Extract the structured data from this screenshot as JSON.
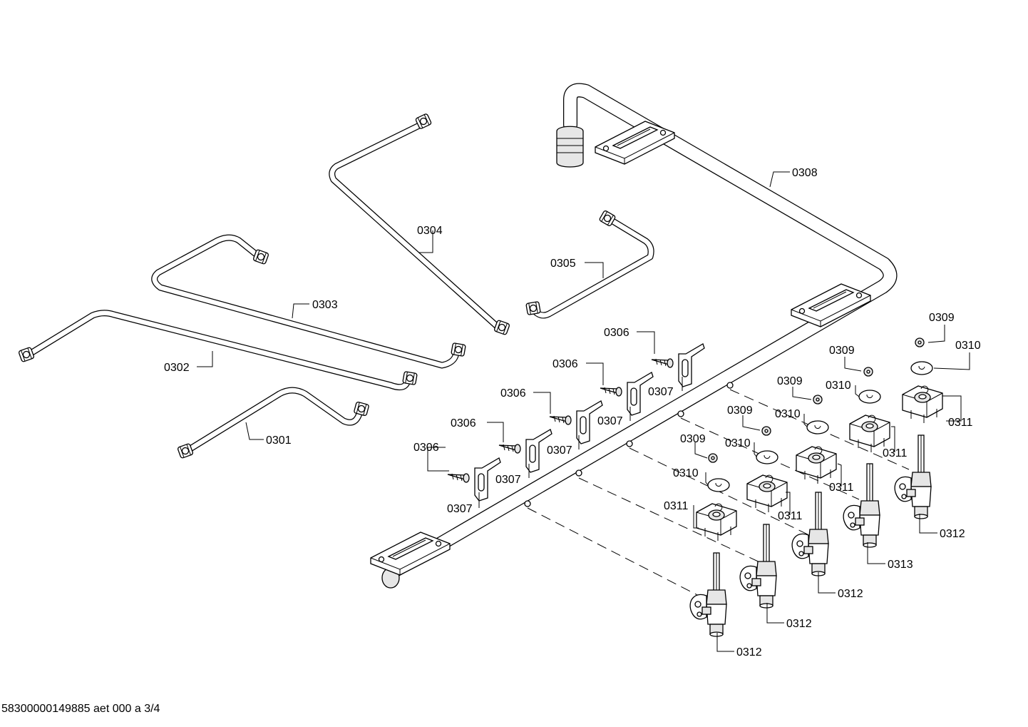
{
  "labels": {
    "l0301": "0301",
    "l0302": "0302",
    "l0303": "0303",
    "l0304": "0304",
    "l0305": "0305",
    "l0306a": "0306",
    "l0306b": "0306",
    "l0306c": "0306",
    "l0306d": "0306",
    "l0306e": "0306",
    "l0307a": "0307",
    "l0307b": "0307",
    "l0307c": "0307",
    "l0307d": "0307",
    "l0307e": "0307",
    "l0308": "0308",
    "l0309a": "0309",
    "l0309b": "0309",
    "l0309c": "0309",
    "l0309d": "0309",
    "l0309e": "0309",
    "l0310a": "0310",
    "l0310b": "0310",
    "l0310c": "0310",
    "l0310d": "0310",
    "l0310e": "0310",
    "l0311a": "0311",
    "l0311b": "0311",
    "l0311c": "0311",
    "l0311d": "0311",
    "l0311e": "0311",
    "l0312a": "0312",
    "l0312b": "0312",
    "l0312c": "0312",
    "l0312d": "0312",
    "l0313": "0313"
  },
  "footer": "58300000149885 aet 000 a 3/4"
}
